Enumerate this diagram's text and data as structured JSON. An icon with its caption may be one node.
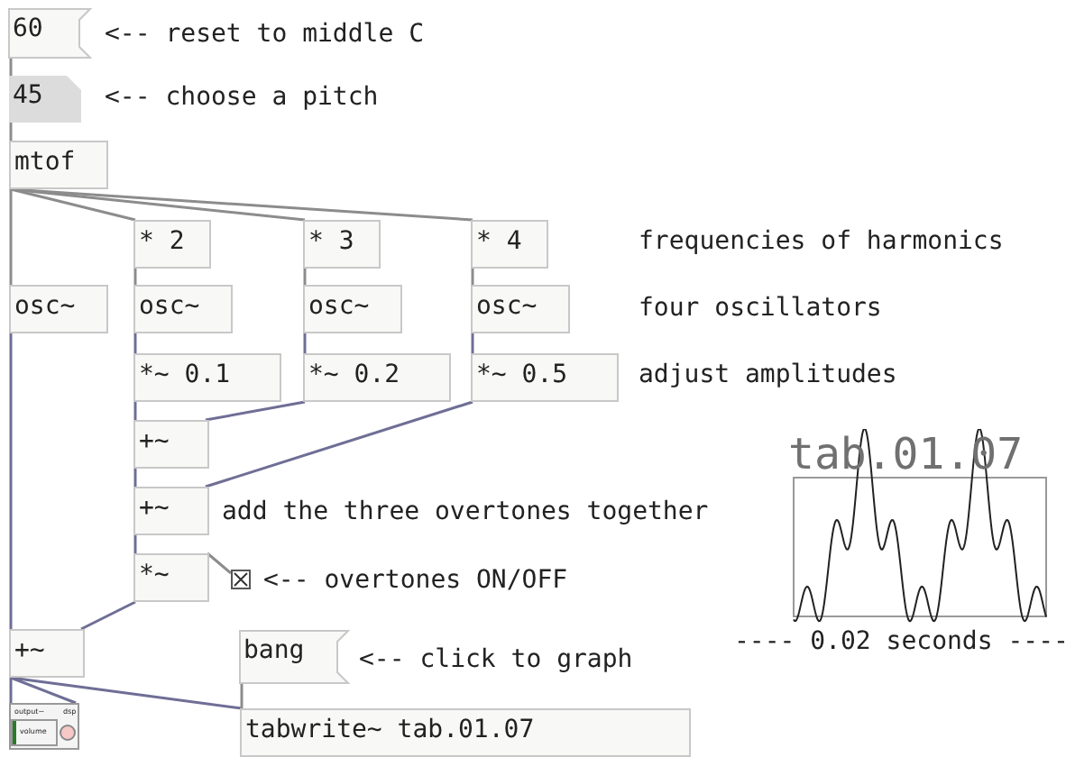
{
  "diagram": {
    "nodes": [
      {
        "text": [
          "60"
        ]
      },
      {
        "text": [
          "45"
        ]
      },
      {
        "text": [
          "mtof"
        ]
      },
      {
        "text": [
          "* 2"
        ]
      },
      {
        "text": [
          "* 3"
        ]
      },
      {
        "text": [
          "* 4"
        ]
      },
      {
        "text": [
          "osc~"
        ]
      },
      {
        "text": [
          "osc~"
        ]
      },
      {
        "text": [
          "osc~"
        ]
      },
      {
        "text": [
          "osc~"
        ]
      },
      {
        "text": [
          "*~ 0.1"
        ]
      },
      {
        "text": [
          "*~ 0.2"
        ]
      },
      {
        "text": [
          "*~ 0.5"
        ]
      },
      {
        "text": [
          "+~"
        ]
      },
      {
        "text": [
          "+~"
        ]
      },
      {
        "text": [
          "*~"
        ]
      },
      {
        "text": [],
        "shape": "box"
      },
      {
        "text": [
          "+~"
        ]
      },
      {
        "text": [
          "bang"
        ]
      },
      {
        "text": [
          "output~",
          "volume",
          "dsp"
        ]
      },
      {
        "text": [
          "tabwrite~ tab.01.07"
        ]
      },
      {
        "text": [
          "tab.01.07"
        ],
        "beside": [
          "---- 0.02 seconds ----"
        ]
      }
    ],
    "edges": [
      {
        "from": 0,
        "to": 1,
        "arrow": "none",
        "color": "#8c8c8c"
      },
      {
        "from": 1,
        "to": 2,
        "arrow": "none",
        "color": "#8c8c8c"
      },
      {
        "from": 2,
        "to": 6,
        "arrow": "none",
        "color": "#8c8c8c"
      },
      {
        "from": 2,
        "to": 3,
        "arrow": "none",
        "color": "#8c8c8c"
      },
      {
        "from": 2,
        "to": 4,
        "arrow": "none",
        "color": "#8c8c8c"
      },
      {
        "from": 2,
        "to": 5,
        "arrow": "none",
        "color": "#8c8c8c"
      },
      {
        "from": 3,
        "to": 7,
        "arrow": "none",
        "color": "#8c8c8c"
      },
      {
        "from": 4,
        "to": 8,
        "arrow": "none",
        "color": "#8c8c8c"
      },
      {
        "from": 5,
        "to": 9,
        "arrow": "none",
        "color": "#8c8c8c"
      },
      {
        "from": 7,
        "to": 10,
        "arrow": "none"
      },
      {
        "from": 8,
        "to": 11,
        "arrow": "none"
      },
      {
        "from": 9,
        "to": 12,
        "arrow": "none"
      },
      {
        "from": 10,
        "to": 13,
        "arrow": "none"
      },
      {
        "from": 11,
        "to": 13,
        "arrow": "none"
      },
      {
        "from": 13,
        "to": 14,
        "arrow": "none"
      },
      {
        "from": 12,
        "to": 14,
        "arrow": "none"
      },
      {
        "from": 14,
        "to": 15,
        "arrow": "none"
      },
      {
        "from": 16,
        "to": 15,
        "arrow": "none",
        "color": "#8c8c8c"
      },
      {
        "from": 6,
        "to": 17,
        "arrow": "none"
      },
      {
        "from": 15,
        "to": 17,
        "arrow": "none"
      },
      {
        "from": 17,
        "to": 19,
        "arrow": "none"
      },
      {
        "from": 17,
        "to": 19,
        "arrow": "none"
      },
      {
        "from": 17,
        "to": 20,
        "arrow": "none"
      },
      {
        "from": 18,
        "to": 20,
        "arrow": "none",
        "color": "#8c8c8c"
      }
    ],
    "labels": [
      "<-- reset to middle C",
      "<-- choose a pitch",
      "frequencies of harmonics",
      "four oscillators",
      "adjust amplitudes",
      "add the three overtones together",
      "<-- overtones ON/OFF",
      "<-- click to graph"
    ]
  }
}
